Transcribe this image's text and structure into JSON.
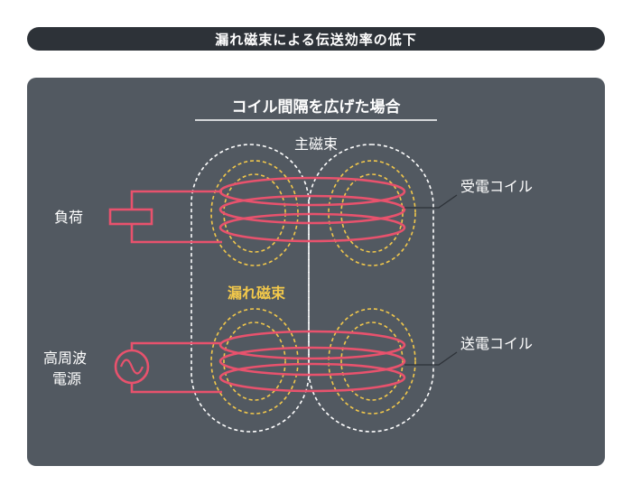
{
  "header": {
    "title": "漏れ磁束による伝送効率の低下"
  },
  "diagram": {
    "subtitle": "コイル間隔を広げた場合",
    "main_flux_label": "主磁束",
    "leak_flux_label": "漏れ磁束",
    "load_label": "負荷",
    "source_label_line1": "高周波",
    "source_label_line2": "電源",
    "receive_coil_label": "受電コイル",
    "transmit_coil_label": "送電コイル"
  },
  "colors": {
    "panel": "#525961",
    "title_bar": "#2d3238",
    "coil": "#e8526d",
    "leak_flux": "#f2c84b",
    "main_flux": "#ffffff",
    "wire": "#e8526d"
  }
}
